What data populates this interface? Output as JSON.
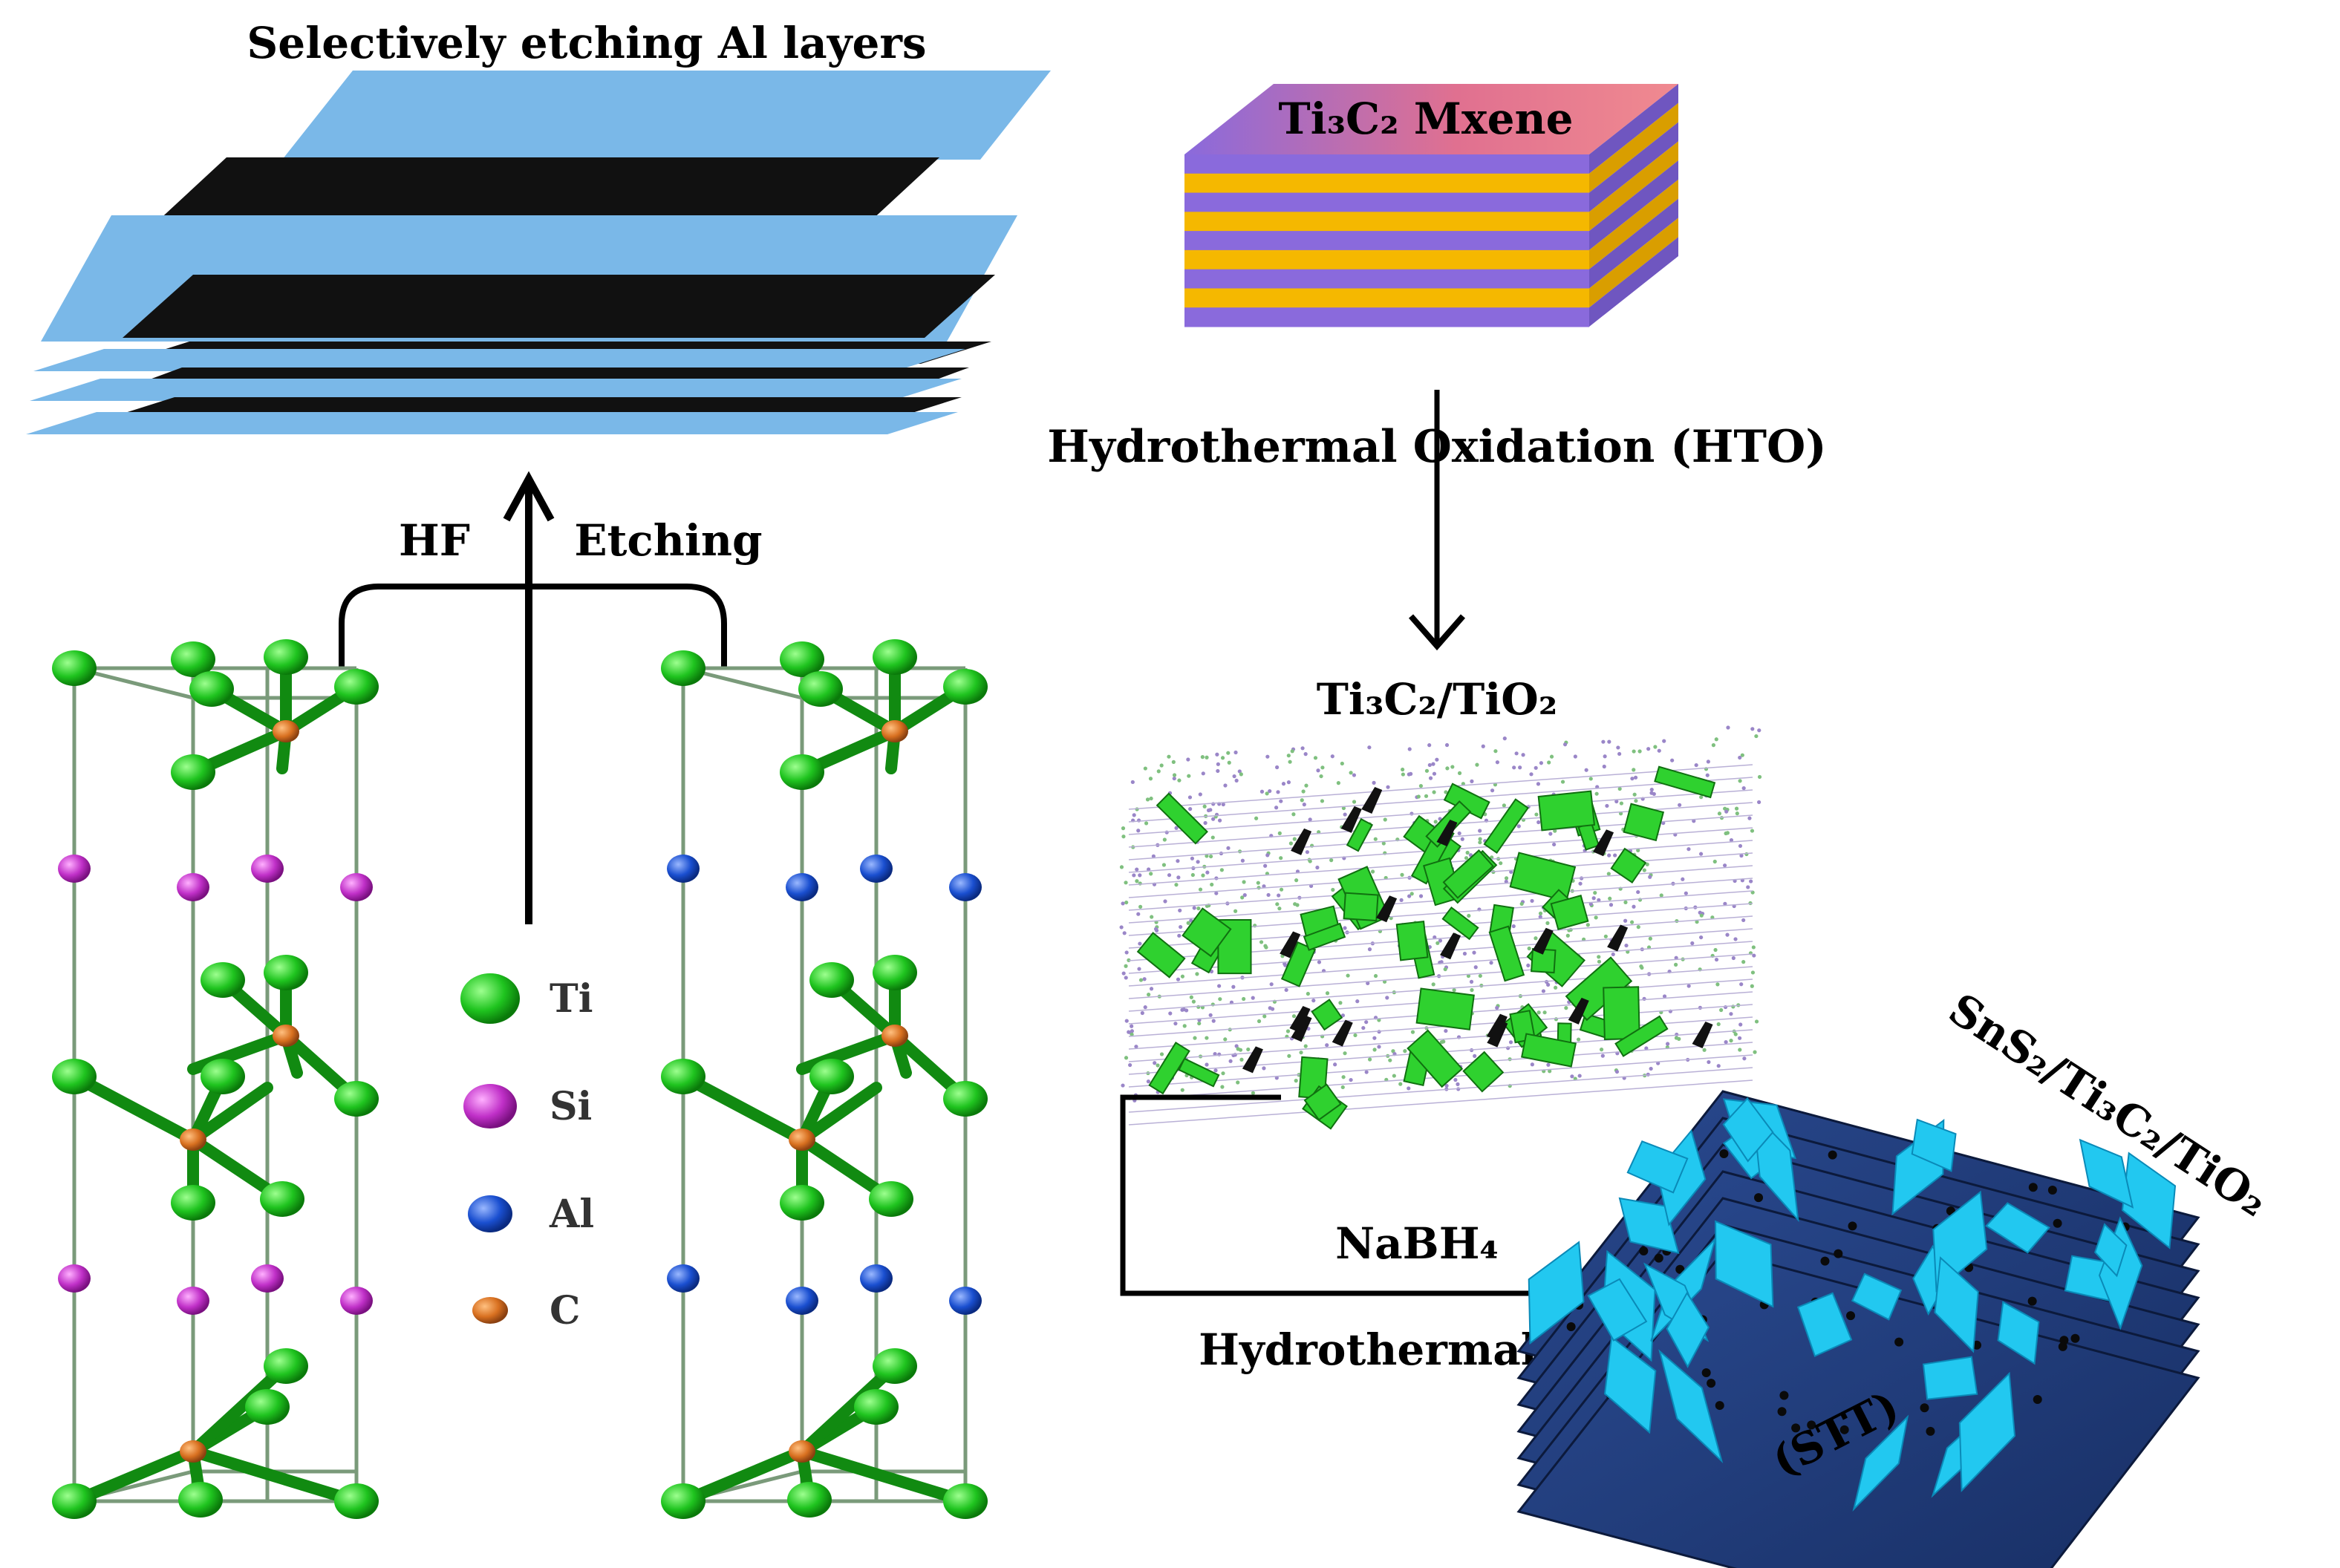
{
  "labels": {
    "etch_title": "Selectively etching Al layers",
    "mxene_label": "Ti₃C₂ Mxene",
    "hto": "Hydrothermal  Oxidation (HTO)",
    "hf": "HF",
    "etching": "Etching",
    "ti3c2_tio2": "Ti₃C₂/TiO₂",
    "nabh4": "NaBH₄",
    "hydrothermal": "Hydrothermal",
    "sns2_label": "SnS₂/Ti₃C₂/TiO₂",
    "stt": "(STT)"
  },
  "legend": [
    {
      "symbol": "Ti",
      "color": "#22cc22"
    },
    {
      "symbol": "Si",
      "color": "#cc33cc"
    },
    {
      "symbol": "Al",
      "color": "#2244cc"
    },
    {
      "symbol": "C",
      "color": "#c8703a"
    }
  ],
  "colors": {
    "ti_atom": "#1fc41f",
    "si_atom": "#c030c8",
    "al_atom": "#1a4fd0",
    "c_atom": "#d87020",
    "sheet_blue": "#7ab8e8",
    "sheet_black": "#111111",
    "mxene_purple": "#8a6adc",
    "mxene_gold": "#f5b800",
    "stt_navy": "#1f3a7a",
    "stt_cyan": "#22c8f0"
  }
}
